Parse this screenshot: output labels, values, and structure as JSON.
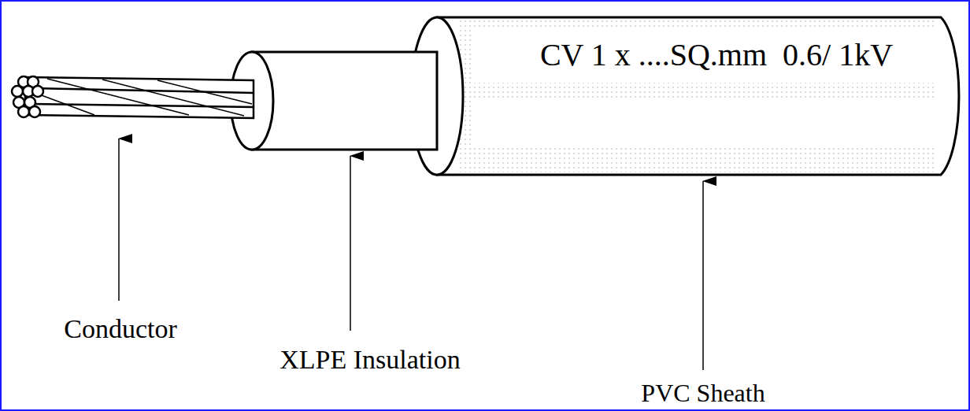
{
  "diagram": {
    "labels": [
      "CV 1 x ....SQ.mm  0.6/ 1kV",
      "Conductor",
      "XLPE Insulation",
      "PVC Sheath"
    ]
  }
}
